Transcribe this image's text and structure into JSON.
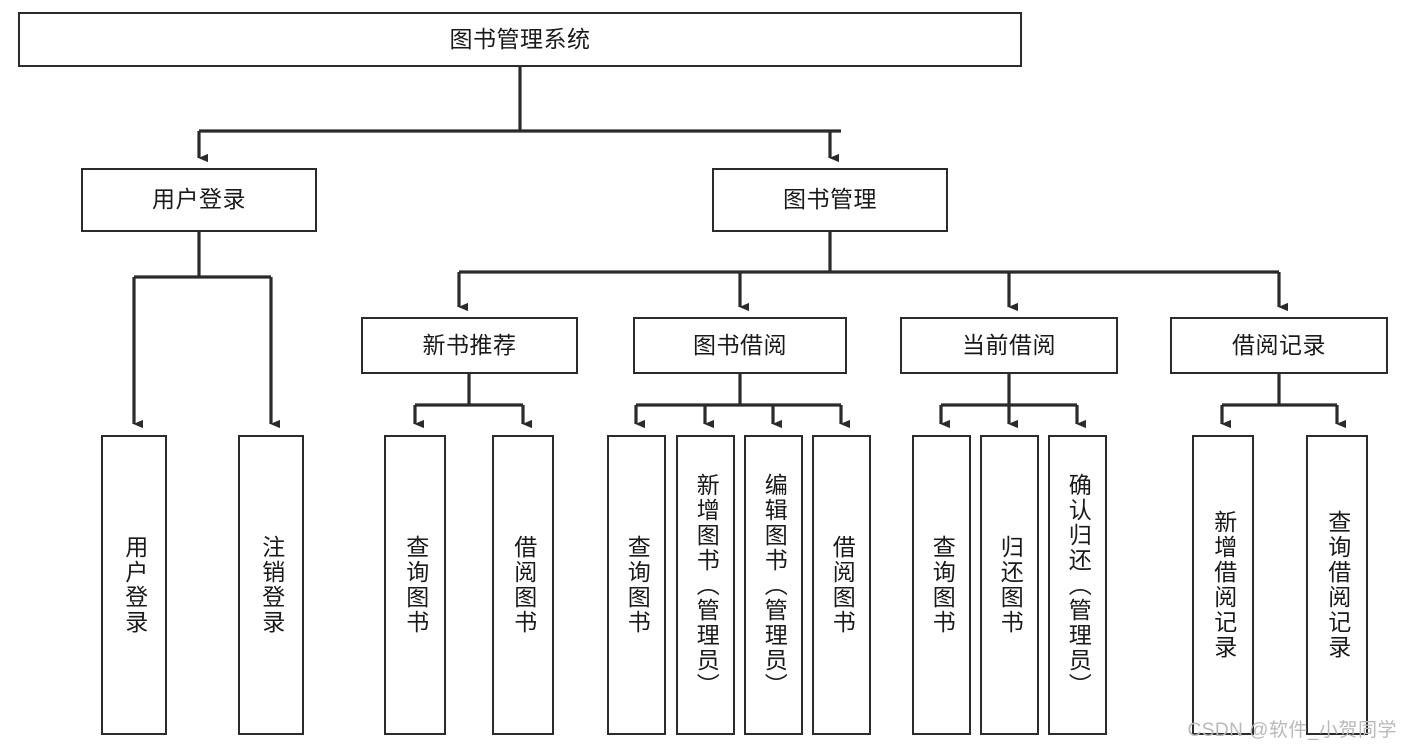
{
  "diagram": {
    "type": "hierarchy-tree",
    "title": "图书管理系统",
    "levels": 4,
    "colors": {
      "box_border": "#2b2b2b",
      "box_fill": "#ffffff",
      "line": "#2b2b2b",
      "text": "#1a1a1a",
      "watermark": "#b9b9b9"
    },
    "root": {
      "label": "图书管理系统"
    },
    "level2": [
      {
        "label": "用户登录"
      },
      {
        "label": "图书管理"
      }
    ],
    "level3": [
      {
        "label": "新书推荐"
      },
      {
        "label": "图书借阅"
      },
      {
        "label": "当前借阅"
      },
      {
        "label": "借阅记录"
      }
    ],
    "leaves": {
      "user_login": [
        {
          "label": "用户登录"
        },
        {
          "label": "注销登录"
        }
      ],
      "new_book_recommend": [
        {
          "label": "查询图书"
        },
        {
          "label": "借阅图书"
        }
      ],
      "book_borrow": [
        {
          "label": "查询图书"
        },
        {
          "label": "新增图书（管理员）"
        },
        {
          "label": "编辑图书（管理员）"
        },
        {
          "label": "借阅图书"
        }
      ],
      "current_borrow": [
        {
          "label": "查询图书"
        },
        {
          "label": "归还图书"
        },
        {
          "label": "确认归还（管理员）"
        }
      ],
      "borrow_record": [
        {
          "label": "新增借阅记录"
        },
        {
          "label": "查询借阅记录"
        }
      ]
    },
    "watermark": "CSDN @软件_小贺同学"
  }
}
